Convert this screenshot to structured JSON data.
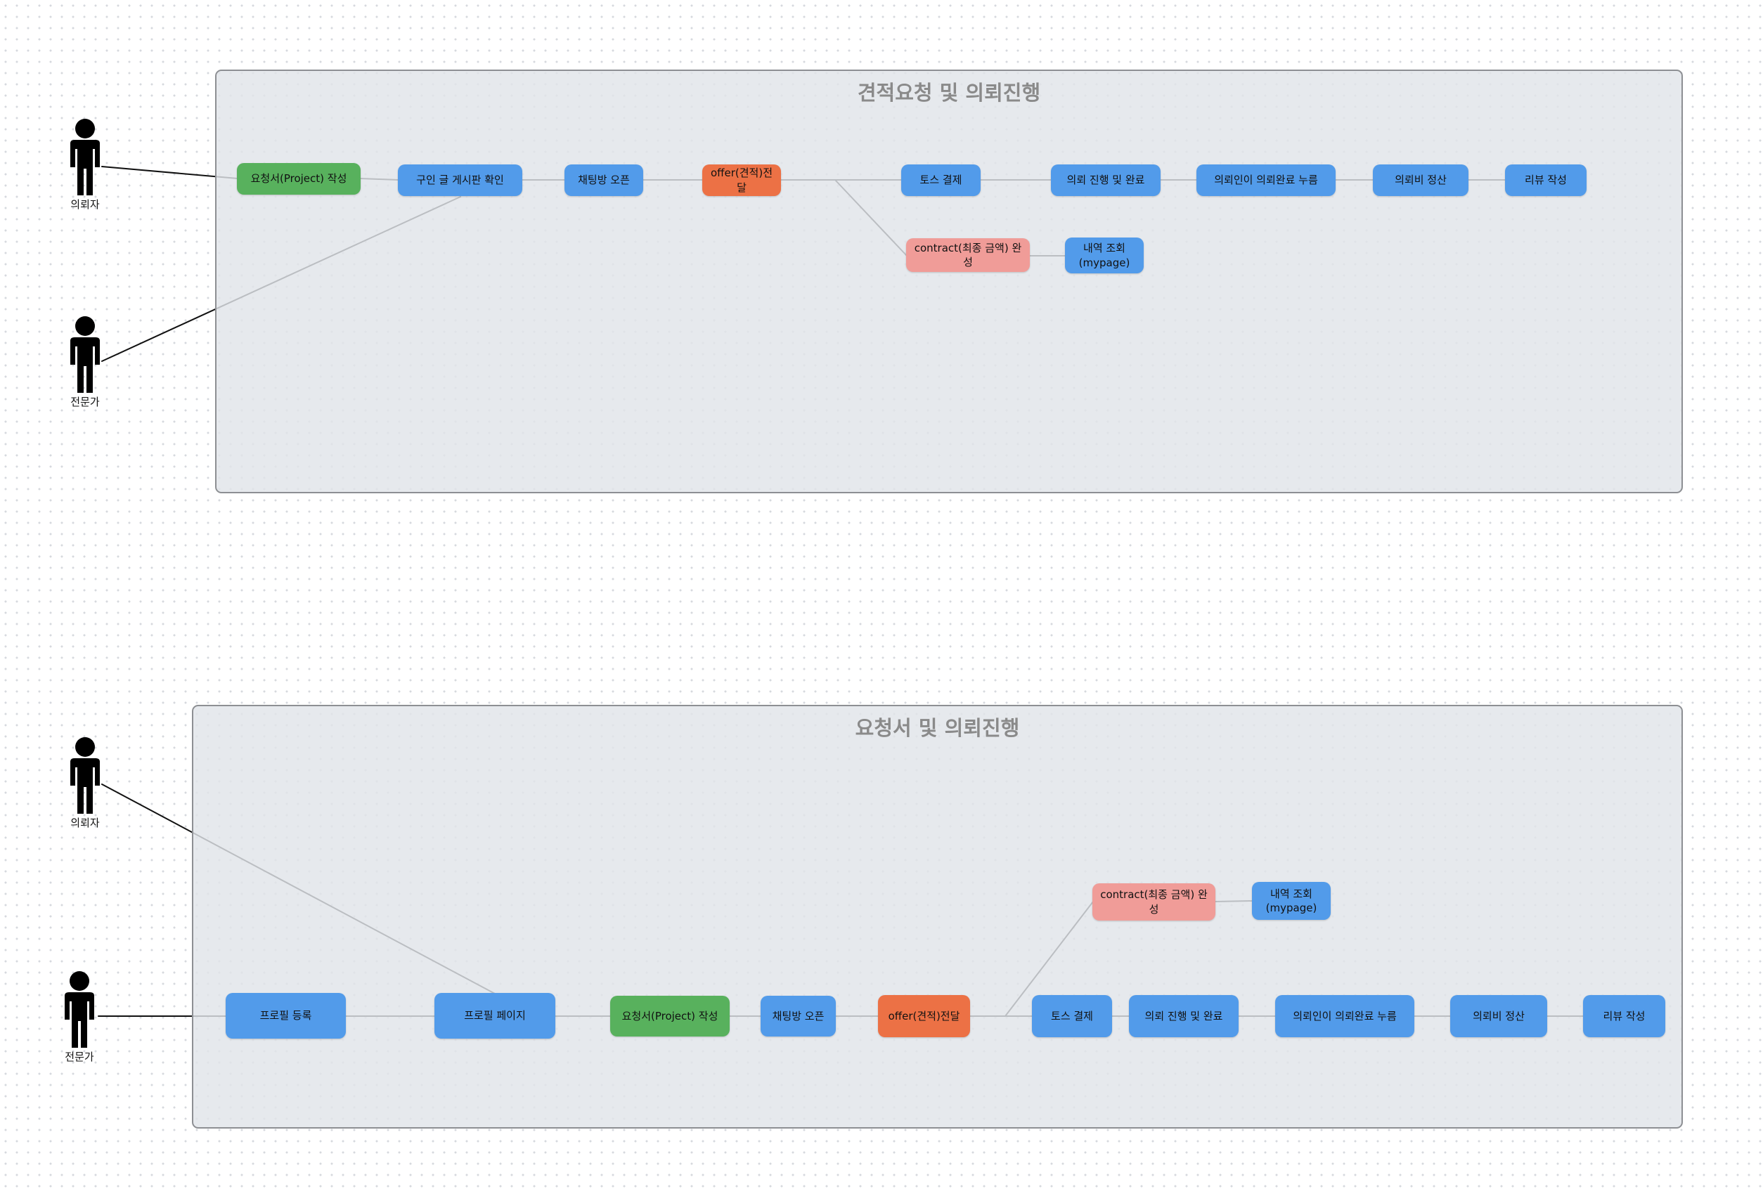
{
  "diagrams": [
    {
      "title": "견적요청 및 의뢰진행",
      "actors": [
        {
          "id": "a1",
          "label": "의뢰자"
        },
        {
          "id": "a2",
          "label": "전문가"
        }
      ],
      "nodes": [
        {
          "id": "n1",
          "label": "요청서(Project) 작성",
          "color": "green"
        },
        {
          "id": "n2",
          "label": "구인 글 게시판 확인",
          "color": "blue"
        },
        {
          "id": "n3",
          "label": "채팅방 오픈",
          "color": "blue"
        },
        {
          "id": "n4",
          "label": "offer(견적)전달",
          "color": "orange"
        },
        {
          "id": "n5",
          "label": "토스 결제",
          "color": "blue"
        },
        {
          "id": "n6",
          "label": "의뢰 진행 및 완료",
          "color": "blue"
        },
        {
          "id": "n7",
          "label": "의뢰인이 의뢰완료 누름",
          "color": "blue"
        },
        {
          "id": "n8",
          "label": "의뢰비 정산",
          "color": "blue"
        },
        {
          "id": "n9",
          "label": "리뷰 작성",
          "color": "blue"
        },
        {
          "id": "n10",
          "label": "contract(최종 금액) 완성",
          "color": "pink"
        },
        {
          "id": "n11",
          "label": "내역 조회\n(mypage)",
          "color": "blue"
        }
      ]
    },
    {
      "title": "요청서 및 의뢰진행",
      "actors": [
        {
          "id": "b1",
          "label": "의뢰자"
        },
        {
          "id": "b2",
          "label": "전문가"
        }
      ],
      "nodes": [
        {
          "id": "m1",
          "label": "프로필 등록",
          "color": "blue"
        },
        {
          "id": "m2",
          "label": "프로필 페이지",
          "color": "blue"
        },
        {
          "id": "m3",
          "label": "요청서(Project) 작성",
          "color": "green"
        },
        {
          "id": "m4",
          "label": "채팅방 오픈",
          "color": "blue"
        },
        {
          "id": "m5",
          "label": "offer(견적)전달",
          "color": "orange"
        },
        {
          "id": "m6",
          "label": "토스 결제",
          "color": "blue"
        },
        {
          "id": "m7",
          "label": "의뢰 진행 및 완료",
          "color": "blue"
        },
        {
          "id": "m8",
          "label": "의뢰인이 의뢰완료 누름",
          "color": "blue"
        },
        {
          "id": "m9",
          "label": "의뢰비 정산",
          "color": "blue"
        },
        {
          "id": "m10",
          "label": "리뷰 작성",
          "color": "blue"
        },
        {
          "id": "m11",
          "label": "contract(최종 금액) 완\n성",
          "color": "pink"
        },
        {
          "id": "m12",
          "label": "내역 조회\n(mypage)",
          "color": "blue"
        }
      ]
    }
  ],
  "colors": {
    "blue": "#529bea",
    "green": "#58b15d",
    "orange": "#ec7145",
    "pink": "#f09c98",
    "frame": "#e1e4e9",
    "title": "#8a8a8a",
    "connector": "#111111"
  }
}
